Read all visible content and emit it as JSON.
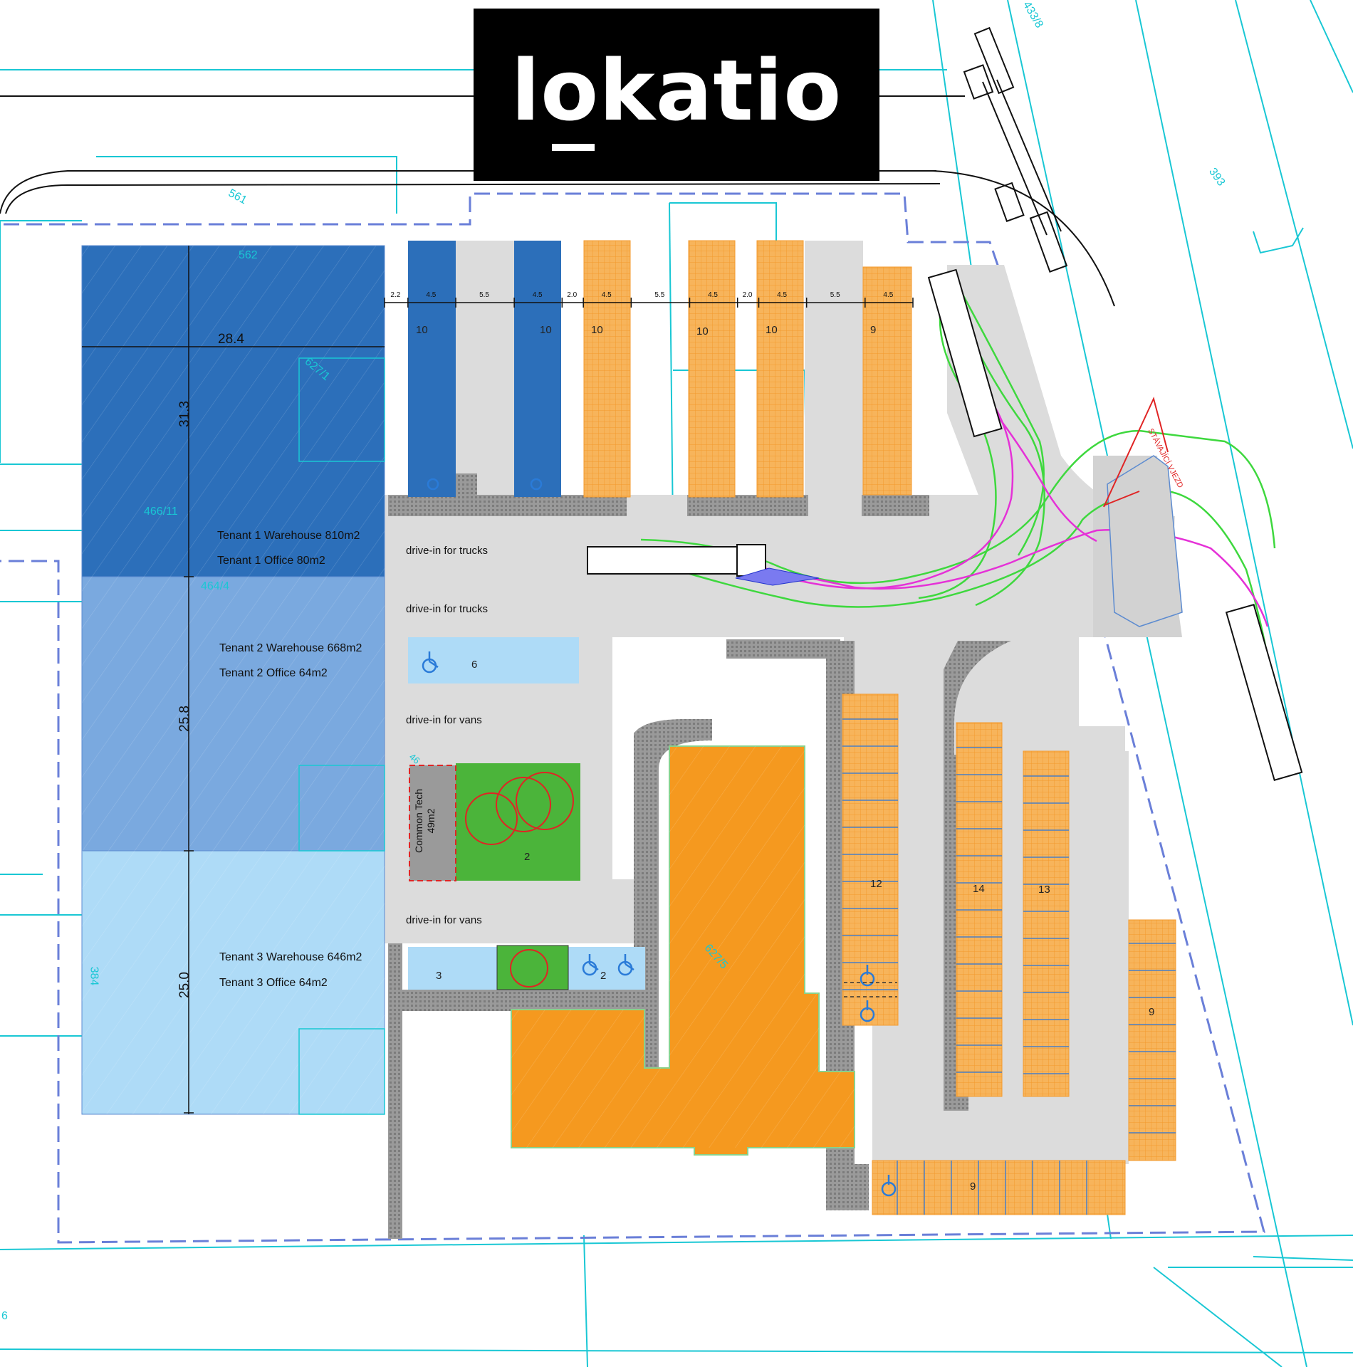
{
  "logo": {
    "text": "lokatio"
  },
  "buildings": [
    {
      "warehouse": "Tenant 1 Warehouse 810m2",
      "office": "Tenant 1 Office 80m2",
      "color": "#2c6fba"
    },
    {
      "warehouse": "Tenant 2 Warehouse 668m2",
      "office": "Tenant 2 Office 64m2",
      "color": "#7aa9df"
    },
    {
      "warehouse": "Tenant 3 Warehouse 646m2",
      "office": "Tenant 3 Office 64m2",
      "color": "#aedbf7"
    }
  ],
  "dimensions": {
    "width": "28.4",
    "depth1": "31.3",
    "depth2": "25.8",
    "depth3": "25.0",
    "lanes": [
      "2.2",
      "4.5",
      "5.5",
      "4.5",
      "2.0",
      "4.5",
      "5.5",
      "4.5",
      "2.0",
      "4.5",
      "5.5",
      "4.5"
    ]
  },
  "drives": {
    "truck1": "drive-in for trucks",
    "truck2": "drive-in for trucks",
    "van1": "drive-in for vans",
    "van2": "drive-in for vans"
  },
  "parking_counts": {
    "top": [
      "10",
      "10",
      "10",
      "10",
      "10",
      "9"
    ],
    "row_right_a": "12",
    "row_right_b": "14",
    "row_right_c": "13",
    "far_right": "9",
    "bottom": "9",
    "van_row": "6",
    "small_green": "2",
    "bottom_left": "3",
    "bottom_accessible": "2"
  },
  "common_tech": {
    "line1": "Common Tech",
    "line2": "49m2"
  },
  "parcels": {
    "p561": "561",
    "p562": "562",
    "p627_1": "627/1",
    "p466_11": "466/11",
    "p464_4": "464/4",
    "p627_5": "627/5",
    "p433_8": "433/8",
    "p393": "393",
    "p384": "384",
    "p46": "46",
    "p6": "6"
  },
  "entrance_note": "STÁVAJÍCÍ VJEZD",
  "colors": {
    "tenant1": "#2c6fba",
    "tenant2": "#7aa9df",
    "tenant3": "#aedbf7",
    "parking_orange": "#f7b45b",
    "building_orange": "#f5991f",
    "paving": "#dcdcdc",
    "curb": "#8f8f8f",
    "green": "#4bb43a",
    "parcel_line": "#19c7d4",
    "truck_path_green": "#3ed83e",
    "truck_path_magenta": "#e531d7"
  }
}
